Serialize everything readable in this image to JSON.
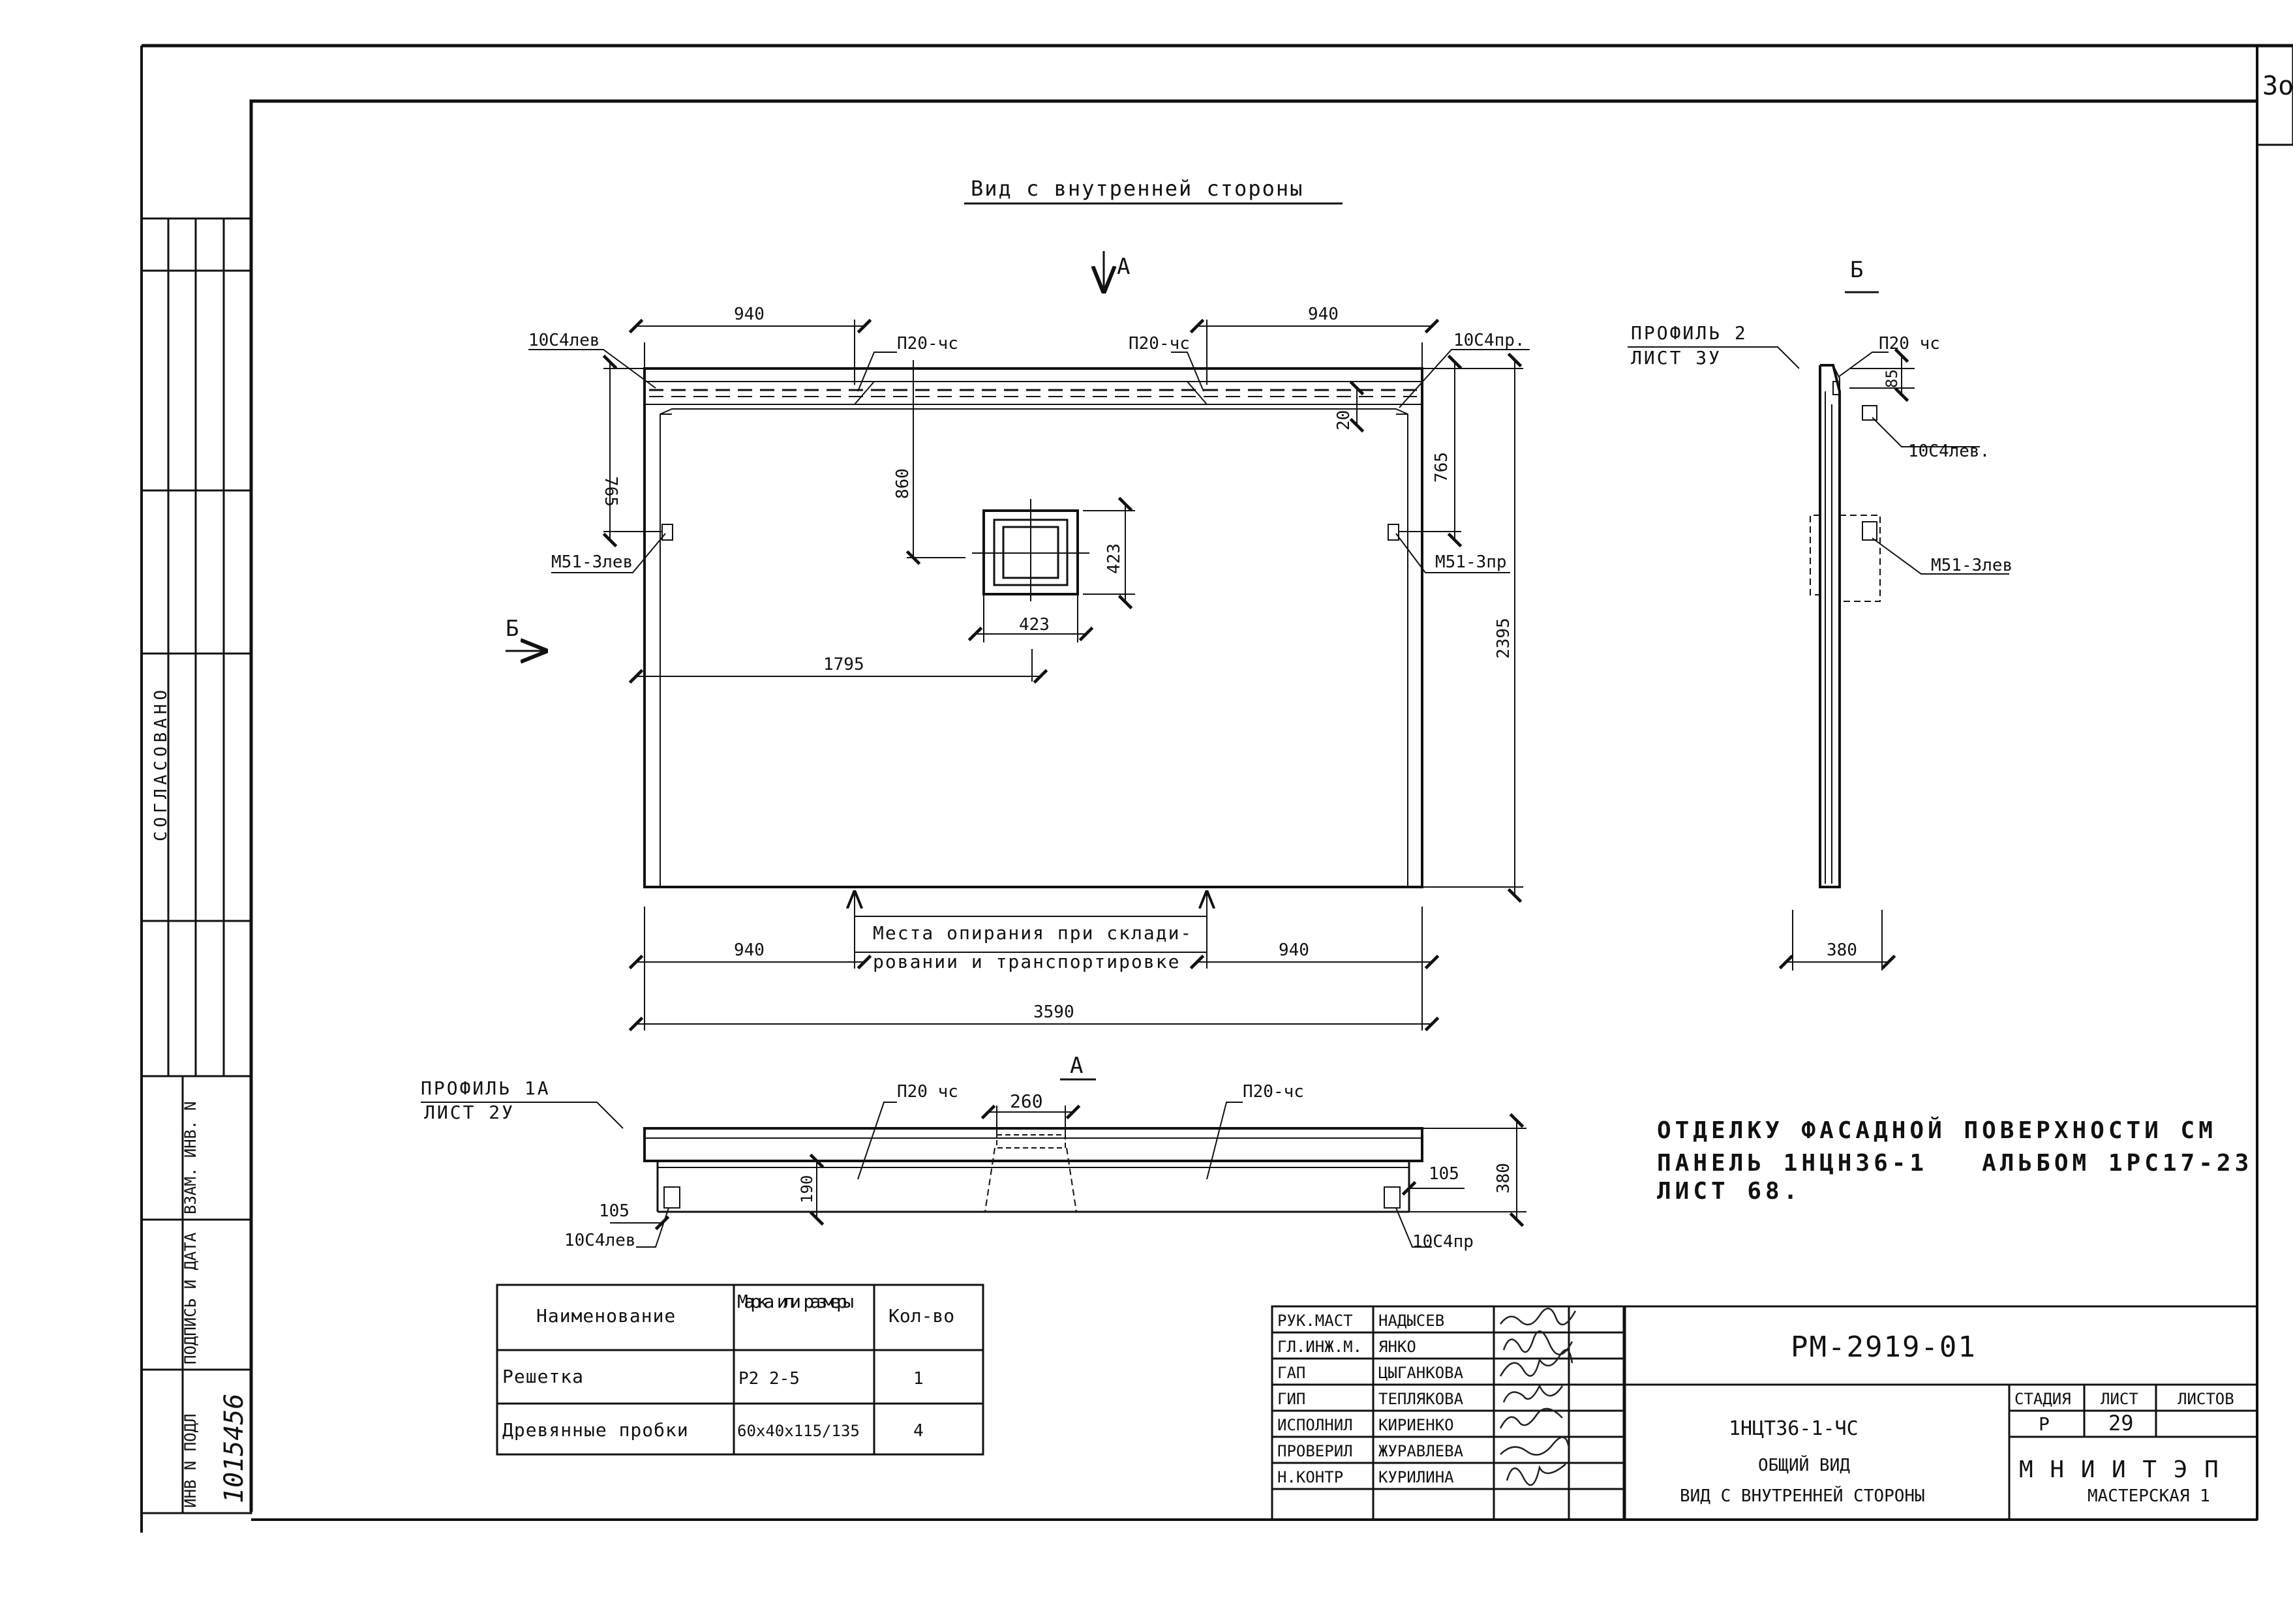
{
  "sheet_corner": "3о",
  "view_title": "Вид с внутренней стороны",
  "section_arrows": {
    "a_top": "А",
    "a_bottom": "А",
    "b_left": "Б",
    "b_right": "Б"
  },
  "main_view": {
    "dims": {
      "top_left": "940",
      "top_right": "940",
      "left_765": "765",
      "right_765": "765",
      "d860": "860",
      "d20": "20",
      "d423_v": "423",
      "d423_h": "423",
      "d1795": "1795",
      "d2395": "2395",
      "bottom_left": "940",
      "bottom_right": "940",
      "total": "3590"
    },
    "labels": {
      "loop_left": "10С4лев",
      "loop_right": "10С4пр.",
      "p20_left": "П20-чс",
      "p20_right": "П20-чс",
      "m51_left": "М51-3лев",
      "m51_right": "М51-3пр",
      "support_line1": "Места опирания при склади-",
      "support_line2": "ровании и транспортировке"
    }
  },
  "section_b": {
    "profile": "ПРОФИЛЬ 2",
    "sheet_ref": "ЛИСТ 3У",
    "p20": "П20 чс",
    "d85": "85",
    "loop": "10С4лев.",
    "m51": "М51-3лев",
    "d380": "380"
  },
  "section_a": {
    "profile": "ПРОФИЛЬ 1А",
    "sheet_ref": "ЛИСТ 2У",
    "p20_left": "П20 чс",
    "p20_right": "П20-чс",
    "d260": "260",
    "d190": "190",
    "d105_left": "105",
    "d105_right": "105",
    "d380": "380",
    "loop_left": "10С4лев",
    "loop_right": "10С4пр"
  },
  "note": {
    "line1": "ОТДЕЛКУ ФАСАДНОЙ ПОВЕРХНОСТИ СМ",
    "line2": "ПАНЕЛЬ 1НЦН36-1   АЛЬБОМ 1РС17-23",
    "line3": "ЛИСТ 68."
  },
  "spec_table": {
    "headers": [
      "Наименование",
      "Марка или размеры",
      "Кол-во"
    ],
    "rows": [
      [
        "Решетка",
        "Р2 2-5",
        "1"
      ],
      [
        "Древянные пробки",
        "60х40х115/135",
        "4"
      ]
    ]
  },
  "side_stamp": {
    "agreed": "СОГЛАСОВАНО",
    "vzam": "ВЗАМ. ИНВ. N",
    "signature_date": "ПОДПИСЬ И ДАТА",
    "inv_podl": "ИНВ N ПОДЛ",
    "inv_number": "1015456"
  },
  "title_block": {
    "roles": [
      {
        "role": "РУК.МАСТ",
        "name": "НАДЫСЕВ"
      },
      {
        "role": "ГЛ.ИНЖ.М.",
        "name": "ЯНКО"
      },
      {
        "role": "ГАП",
        "name": "ЦЫГАНКОВА"
      },
      {
        "role": "ГИП",
        "name": "ТЕПЛЯКОВА"
      },
      {
        "role": "ИСПОЛНИЛ",
        "name": "КИРИЕНКО"
      },
      {
        "role": "ПРОВЕРИЛ",
        "name": "ЖУРАВЛЕВА"
      },
      {
        "role": "Н.КОНТР",
        "name": "КУРИЛИНА"
      }
    ],
    "document_code": "РМ-2919-01",
    "product": "1НЦТ36-1-ЧС",
    "description_line1": "ОБЩИЙ ВИД",
    "description_line2": "ВИД С ВНУТРЕННЕЙ СТОРОНЫ",
    "stage_label": "СТАДИЯ",
    "sheet_label": "ЛИСТ",
    "sheets_label": "ЛИСТОВ",
    "stage": "Р",
    "sheet": "29",
    "sheets": "",
    "organization": "М Н И И Т Э П",
    "workshop": "МАСТЕРСКАЯ 1"
  }
}
